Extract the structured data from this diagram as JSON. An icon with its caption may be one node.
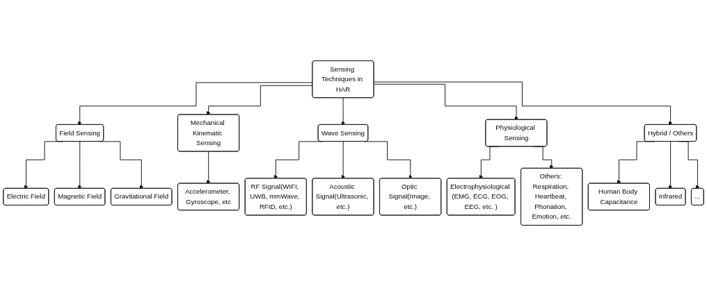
{
  "diagram": {
    "nodes": [
      {
        "text": [
          "Sensing Techniques in HAR"
        ]
      },
      {
        "text": [
          "Field Sensing"
        ]
      },
      {
        "text": [
          "Mechanical Kinematic Sensing"
        ]
      },
      {
        "text": [
          "Wave Sensing"
        ]
      },
      {
        "text": [
          "Physiological Sensing"
        ]
      },
      {
        "text": [
          "Hybrid / Others"
        ]
      },
      {
        "text": [
          "Electric Field"
        ]
      },
      {
        "text": [
          "Magnetic Field"
        ]
      },
      {
        "text": [
          "Gravitational Field"
        ]
      },
      {
        "text": [
          "Accelerometer, Gyroscope, etc"
        ]
      },
      {
        "text": [
          "RF Signal(WIFI, UWB, mmWave, RFID, etc.)"
        ]
      },
      {
        "text": [
          "Acoustic Signal(Ultrasonic, etc.)"
        ]
      },
      {
        "text": [
          "Optic Signal(Image, etc.)"
        ]
      },
      {
        "text": [
          "Electrophysiological (EMG, ECG, EOG, EEG, etc. )"
        ]
      },
      {
        "text": [
          "Others: Respiration, Heartbeat, Phonation, Emotion, etc."
        ]
      },
      {
        "text": [
          "Human Body Capacitance"
        ]
      },
      {
        "text": [
          "Infrared"
        ]
      },
      {
        "text": [
          "..."
        ]
      }
    ],
    "edges": [
      {
        "from": 0,
        "to": 1,
        "arrow": "to"
      },
      {
        "from": 0,
        "to": 2,
        "arrow": "to"
      },
      {
        "from": 0,
        "to": 3,
        "arrow": "to"
      },
      {
        "from": 0,
        "to": 4,
        "arrow": "to"
      },
      {
        "from": 0,
        "to": 5,
        "arrow": "to"
      },
      {
        "from": 1,
        "to": 6,
        "arrow": "to"
      },
      {
        "from": 1,
        "to": 7,
        "arrow": "to"
      },
      {
        "from": 1,
        "to": 8,
        "arrow": "to"
      },
      {
        "from": 2,
        "to": 9,
        "arrow": "to"
      },
      {
        "from": 3,
        "to": 10,
        "arrow": "to"
      },
      {
        "from": 3,
        "to": 11,
        "arrow": "to"
      },
      {
        "from": 3,
        "to": 12,
        "arrow": "to"
      },
      {
        "from": 4,
        "to": 13,
        "arrow": "to"
      },
      {
        "from": 4,
        "to": 14,
        "arrow": "to"
      },
      {
        "from": 5,
        "to": 15,
        "arrow": "to"
      },
      {
        "from": 5,
        "to": 16,
        "arrow": "to"
      },
      {
        "from": 5,
        "to": 17,
        "arrow": "to"
      }
    ]
  }
}
